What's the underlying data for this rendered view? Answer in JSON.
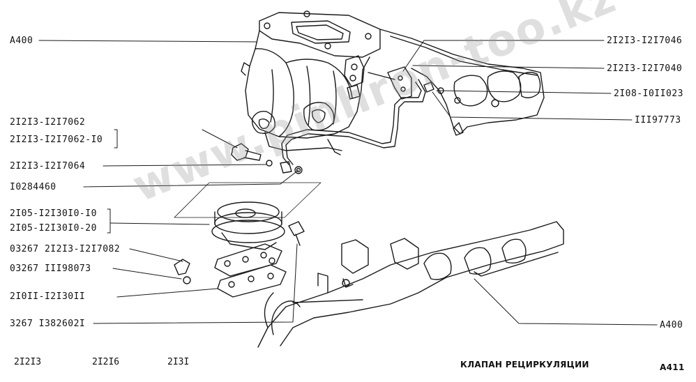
{
  "labels": {
    "left": [
      {
        "id": "a400-left",
        "text": "A400"
      },
      {
        "id": "p1",
        "text": "2I2I3-I2I7062"
      },
      {
        "id": "p2",
        "text": "2I2I3-I2I7062-I0"
      },
      {
        "id": "p3",
        "text": "2I2I3-I2I7064"
      },
      {
        "id": "p4",
        "text": "I0284460"
      },
      {
        "id": "p5",
        "text": "2I05-I2I30I0-I0"
      },
      {
        "id": "p6",
        "text": "2I05-I2I30I0-20"
      },
      {
        "id": "p7",
        "text": "03267 2I2I3-I2I7082"
      },
      {
        "id": "p8",
        "text": "03267 III98073"
      },
      {
        "id": "p9",
        "text": "2I0II-I2I30II"
      },
      {
        "id": "p10",
        "text": "3267 I382602I"
      }
    ],
    "right": [
      {
        "id": "r1",
        "text": "2I2I3-I2I7046"
      },
      {
        "id": "r2",
        "text": "2I2I3-I2I7040"
      },
      {
        "id": "r3",
        "text": "2I08-I0II023"
      },
      {
        "id": "r4",
        "text": "III97773"
      },
      {
        "id": "a400-right",
        "text": "A400"
      }
    ]
  },
  "footer": {
    "models": [
      "2I2I3",
      "2I2I6",
      "2I3I"
    ],
    "title": "КЛАПАН РЕЦИРКУЛЯЦИИ",
    "page_code": "A411"
  },
  "watermark": "www.pinhron-too.kz"
}
